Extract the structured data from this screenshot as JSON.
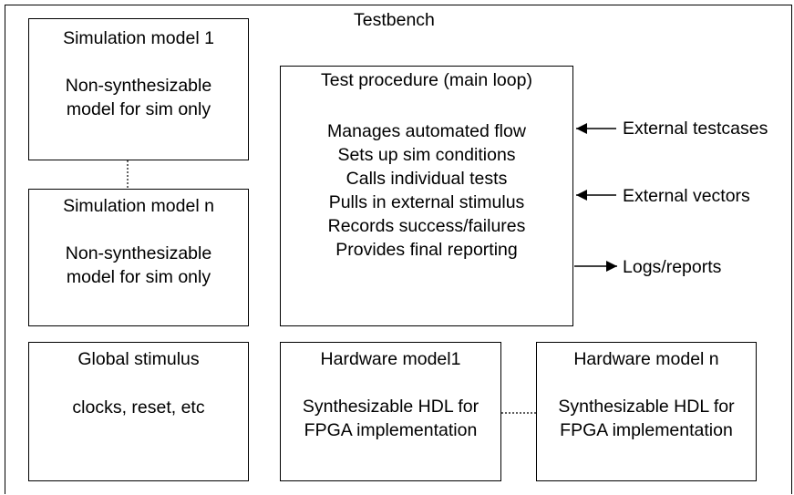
{
  "title": "Testbench",
  "sim_model_1": {
    "title": "Simulation model 1",
    "lines": [
      "Non-synthesizable",
      "model for sim only"
    ]
  },
  "sim_model_n": {
    "title": "Simulation model n",
    "lines": [
      "Non-synthesizable",
      "model for sim only"
    ]
  },
  "test_procedure": {
    "title": "Test procedure (main loop)",
    "lines": [
      "Manages automated flow",
      "Sets up sim conditions",
      "Calls individual tests",
      "Pulls in external stimulus",
      "Records success/failures",
      "Provides final reporting"
    ]
  },
  "global_stimulus": {
    "title": "Global stimulus",
    "lines": [
      "clocks, reset, etc"
    ]
  },
  "hw_model_1": {
    "title": "Hardware model1",
    "lines": [
      "Synthesizable HDL for",
      "FPGA implementation"
    ]
  },
  "hw_model_n": {
    "title": "Hardware model n",
    "lines": [
      "Synthesizable HDL for",
      "FPGA implementation"
    ]
  },
  "io": {
    "external_testcases": "External testcases",
    "external_vectors": "External vectors",
    "logs_reports": "Logs/reports"
  }
}
